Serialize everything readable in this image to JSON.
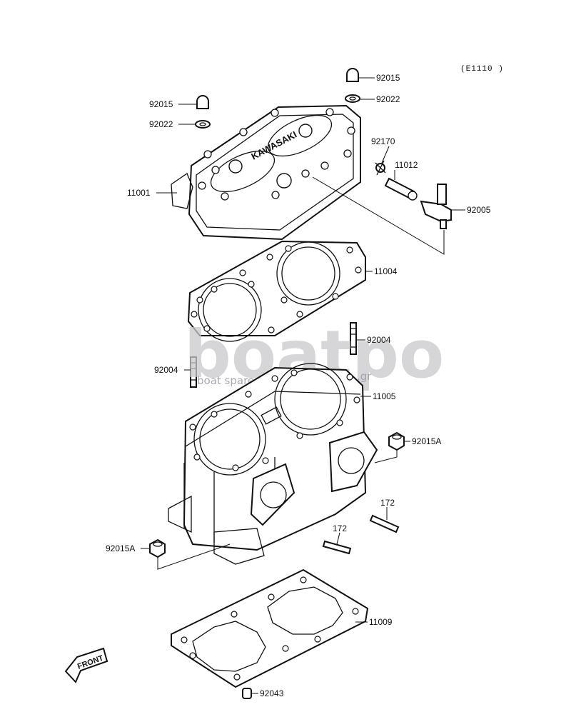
{
  "diagram_code": "(E1110 )",
  "watermark": {
    "brand_main": "boatpo",
    "brand_suffix": ".gr",
    "tagline": "boat spare parts"
  },
  "badge": {
    "front_label": "FRONT"
  },
  "cylinder_head_mark": "KAWASAKI",
  "callouts": {
    "nut_top_right": "92015",
    "washer_top_right": "92022",
    "nut_top_left": "92015",
    "washer_top_left": "92022",
    "cylinder_head": "11001",
    "clamp": "92170",
    "hose": "11012",
    "fitting": "92005",
    "head_gasket": "11004",
    "stud_right": "92004",
    "stud_left": "92004",
    "cylinder": "11005",
    "nut_right": "92015A",
    "stud_172_right": "172",
    "stud_172_left": "172",
    "nut_left": "92015A",
    "base_gasket": "11009",
    "cap": "92043"
  }
}
